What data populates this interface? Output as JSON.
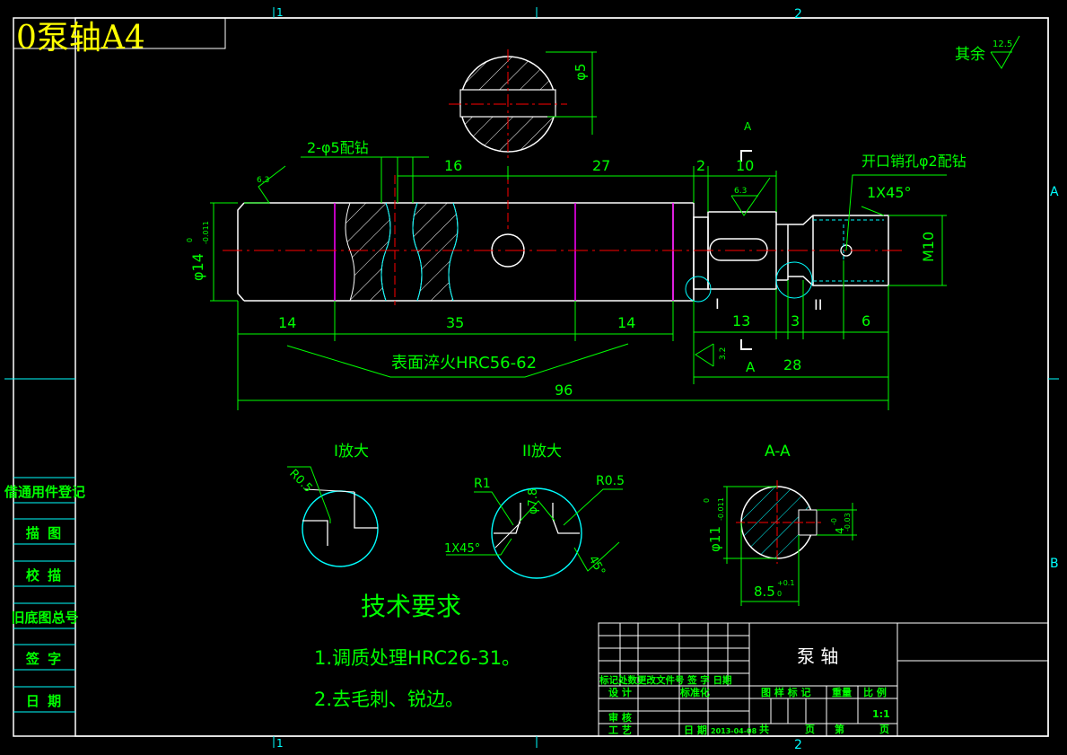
{
  "file_title": "0泵轴A4",
  "zone_labels": {
    "col1": "1",
    "col2": "2",
    "rowA": "A",
    "rowB": "B"
  },
  "roughness": {
    "note": "其余",
    "value": "12.5",
    "v1": "6.3",
    "v2": "6.3",
    "v3": "3.2"
  },
  "section_view": {
    "dia": "φ5"
  },
  "notes": {
    "pin_holes": "2-φ5配钻",
    "split_pin": "开口销孔φ2配钻",
    "chamfer": "1X45°",
    "surface": "表面淬火HRC56-62"
  },
  "dims": {
    "d16": "16",
    "d27": "27",
    "d2": "2",
    "d10": "10",
    "d14a": "14",
    "d35": "35",
    "d14b": "14",
    "d96": "96",
    "d13": "13",
    "d3": "3",
    "d6": "6",
    "d28": "28",
    "phi14": "φ14",
    "phi14_tol_up": "0",
    "phi14_tol_dn": "-0.011",
    "m10": "M10"
  },
  "section_marks": {
    "a_top": "A",
    "a_bot": "A",
    "mark1": "I",
    "mark2": "II"
  },
  "details": {
    "d1_title": "I放大",
    "d1_r": "R0.5",
    "d2_title": "II放大",
    "d2_r1": "R1",
    "d2_phi": "φ7.8",
    "d2_r2": "R0.5",
    "d2_ch": "1X45°",
    "d2_ang": "45°",
    "aa_title": "A-A",
    "aa_phi": "φ11",
    "aa_phi_up": "0",
    "aa_phi_dn": "-0.011",
    "aa_w": "8.5",
    "aa_w_up": "+0.1",
    "aa_w_dn": "0",
    "aa_k": "4",
    "aa_k_up": "-0",
    "aa_k_dn": "-0.03"
  },
  "tech_req": {
    "title": "技术要求",
    "item1": "1.调质处理HRC26-31。",
    "item2": "2.去毛刺、锐边。"
  },
  "side_panel": [
    "借通用件登记",
    "描 图",
    "校 描",
    "旧底图总号",
    "签 字",
    "日 期"
  ],
  "title_block": {
    "part_name": "泵 轴",
    "rev_header": "标记处数更改文件号 签 字 日期",
    "design": "设 计",
    "standard": "标准化",
    "review": "审 核",
    "process": "工 艺",
    "date_label": "日 期",
    "date_val": "2013-04-08",
    "stage": "图 样 标 记",
    "weight": "重量",
    "scale_label": "比 例",
    "scale": "1:1",
    "total": "共",
    "sheet": "页",
    "no": "第",
    "page": "页"
  },
  "colors": {
    "frame": "#ffffff",
    "cyan": "#00ffff",
    "green": "#00ff00",
    "red": "#ff0000",
    "magenta": "#ff00ff",
    "yellow": "#ffff00"
  }
}
